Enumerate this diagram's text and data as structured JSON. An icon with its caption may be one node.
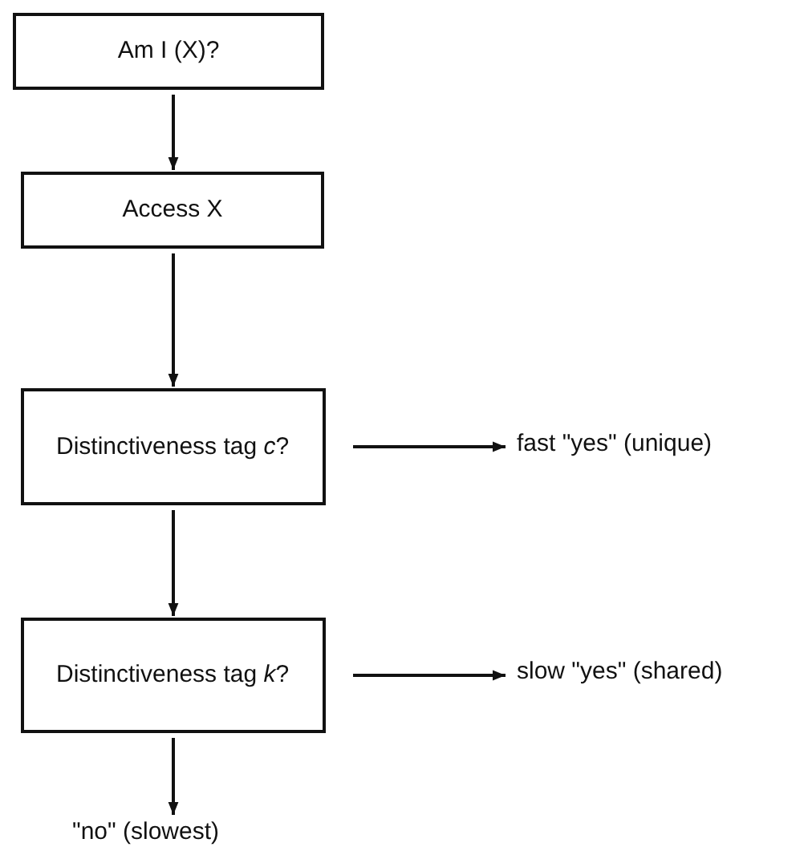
{
  "diagram": {
    "nodes": [
      {
        "text": [
          "Am I (X)?"
        ]
      },
      {
        "text": [
          "Access X"
        ]
      },
      {
        "text": [
          "Distinctiveness tag *c*?"
        ]
      },
      {
        "text": [
          "Distinctiveness tag *k*?"
        ]
      },
      {
        "text": [
          "fast \"yes\" (unique)"
        ]
      },
      {
        "text": [
          "slow \"yes\" (shared)"
        ]
      },
      {
        "text": [
          "\"no\" (slowest)"
        ]
      }
    ],
    "edges": [
      {
        "from": 0,
        "to": 1,
        "arrow": "to"
      },
      {
        "from": 1,
        "to": 2,
        "arrow": "to"
      },
      {
        "from": 2,
        "to": 4,
        "arrow": "to"
      },
      {
        "from": 2,
        "to": 3,
        "arrow": "to"
      },
      {
        "from": 3,
        "to": 5,
        "arrow": "to"
      },
      {
        "from": 3,
        "to": 6,
        "arrow": "to"
      }
    ]
  }
}
